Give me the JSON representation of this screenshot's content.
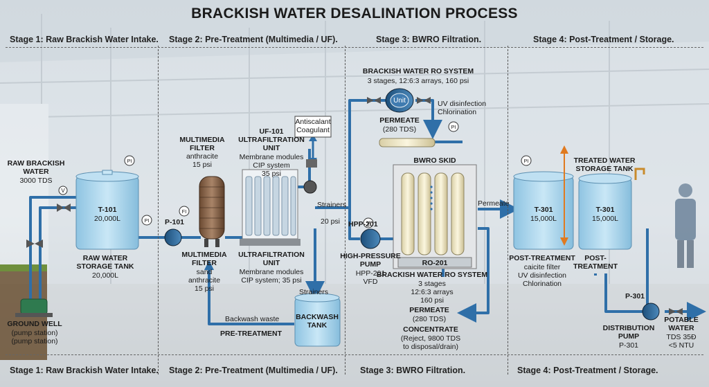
{
  "title": "BRACKISH WATER DESALINATION PROCESS",
  "stages_top": [
    "Stage 1: Raw Brackish Water Intake.",
    "Stage 2: Pre-Treatment (Multimedia / UF).",
    "Stage 3: BWRO Filtration.",
    "Stage 4: Post-Treatment / Storage."
  ],
  "stages_bottom": [
    "Stage 1: Raw Brackish Water Intake.",
    "Stage 2: Pre-Treatment (Multimedia / UF).",
    "Stage 3: BWRO Filtration.",
    "Stage 4: Post-Treatment / Storage."
  ],
  "stage1": {
    "raw_title_1": "RAW BRACKISH",
    "raw_title_2": "WATER",
    "raw_tds": "3000 TDS",
    "tank_id": "T-101",
    "tank_cap": "20,000L",
    "tank_name_1": "RAW WATER",
    "tank_name_2": "STORAGE TANK",
    "tank_name_cap": "20,000L",
    "well_1": "GROUND WELL",
    "well_2": "(pump station)",
    "well_3": "(pump station)",
    "pump_id": "P-101",
    "v_tag": "V",
    "pi_tag": "PI",
    "pi_tag2": "PI"
  },
  "stage2": {
    "mm_top_1": "MULTIMEDIA",
    "mm_top_2": "FILTER",
    "mm_top_3": "anthracite",
    "mm_top_4": "15 psi",
    "uf_top_1": "UF-101",
    "uf_top_2": "ULTRAFILTRATION",
    "uf_top_3": "UNIT",
    "uf_top_4": "Membrane modules",
    "uf_top_5": "CIP system",
    "uf_top_6": "35 psi",
    "chem_1": "Antiscalant",
    "chem_2": "Coagulant",
    "fi_tag": "FI",
    "mm_bot_1": "MULTIMEDIA",
    "mm_bot_2": "FILTER",
    "mm_bot_3": "sand",
    "mm_bot_4": "anthracite",
    "mm_bot_5": "15 psi",
    "uf_bot_1": "ULTRAFILTRATION",
    "uf_bot_2": "UNIT",
    "uf_bot_3": "Membrane modules",
    "uf_bot_4": "CIP system; 35 psi",
    "strainers_1": "Strainers",
    "strainers_psi": "20 psi",
    "strainers_2": "Strainers",
    "backwash_waste": "Backwash waste",
    "pretreatment": "PRE-TREATMENT",
    "backwash_tank_1": "BACKWASH",
    "backwash_tank_2": "TANK"
  },
  "stage3": {
    "ro_top_1": "BRACKISH WATER RO SYSTEM",
    "ro_top_2": "3 stages, 12:6:3 arrays, 160 psi",
    "unit_label": "Unit",
    "uv_1": "UV disinfection",
    "uv_2": "Chlorination",
    "permeate_1": "PERMEATE",
    "permeate_2": "(280 TDS)",
    "pi_tag": "PI",
    "skid": "BWRO SKID",
    "permeate_arrow": "Permeate",
    "hpp_tag": "HPP-201",
    "v_tag": "V",
    "hpp_1": "HIGH-PRESSURE",
    "hpp_2": "PUMP",
    "hpp_3": "HPP-201",
    "hpp_4": "VFD",
    "ro_id": "RO-201",
    "ro_bot_1": "BRACKISH WATER RO SYSTEM",
    "ro_bot_2": "3 stages",
    "ro_bot_3": "12:6:3 arrays",
    "ro_bot_4": "160 psi",
    "perm_bot_1": "PERMEATE",
    "perm_bot_2": "(280 TDS)",
    "conc_1": "CONCENTRATE",
    "conc_2": "(Reject, 9800 TDS",
    "conc_3": "to disposal/drain)"
  },
  "stage4": {
    "treated_1": "TREATED WATER",
    "treated_2": "STORAGE TANK",
    "pi_tag": "PI",
    "t1_id": "T-301",
    "t1_cap": "15,000L",
    "t2_id": "T-301",
    "t2_cap": "15,000L",
    "post_1": "POST-TREATMENT",
    "post_2": "caicite filter",
    "post_3": "UV disinfection",
    "post_4": "Chlorination",
    "post_b1": "POST-",
    "post_b2": "TREATMENT",
    "pump_id": "P-301",
    "dist_1": "DISTRIBUTION",
    "dist_2": "PUMP",
    "dist_3": "P-301",
    "pot_1": "POTABLE",
    "pot_2": "WATER",
    "pot_3": "TDS 35Ð",
    "pot_4": "<5 NTU"
  },
  "colors": {
    "pipe": "#2f6fa8",
    "tank": "#a9d6ee",
    "tank_edge": "#5c8fb0",
    "arrow_orange": "#e07a1f"
  }
}
